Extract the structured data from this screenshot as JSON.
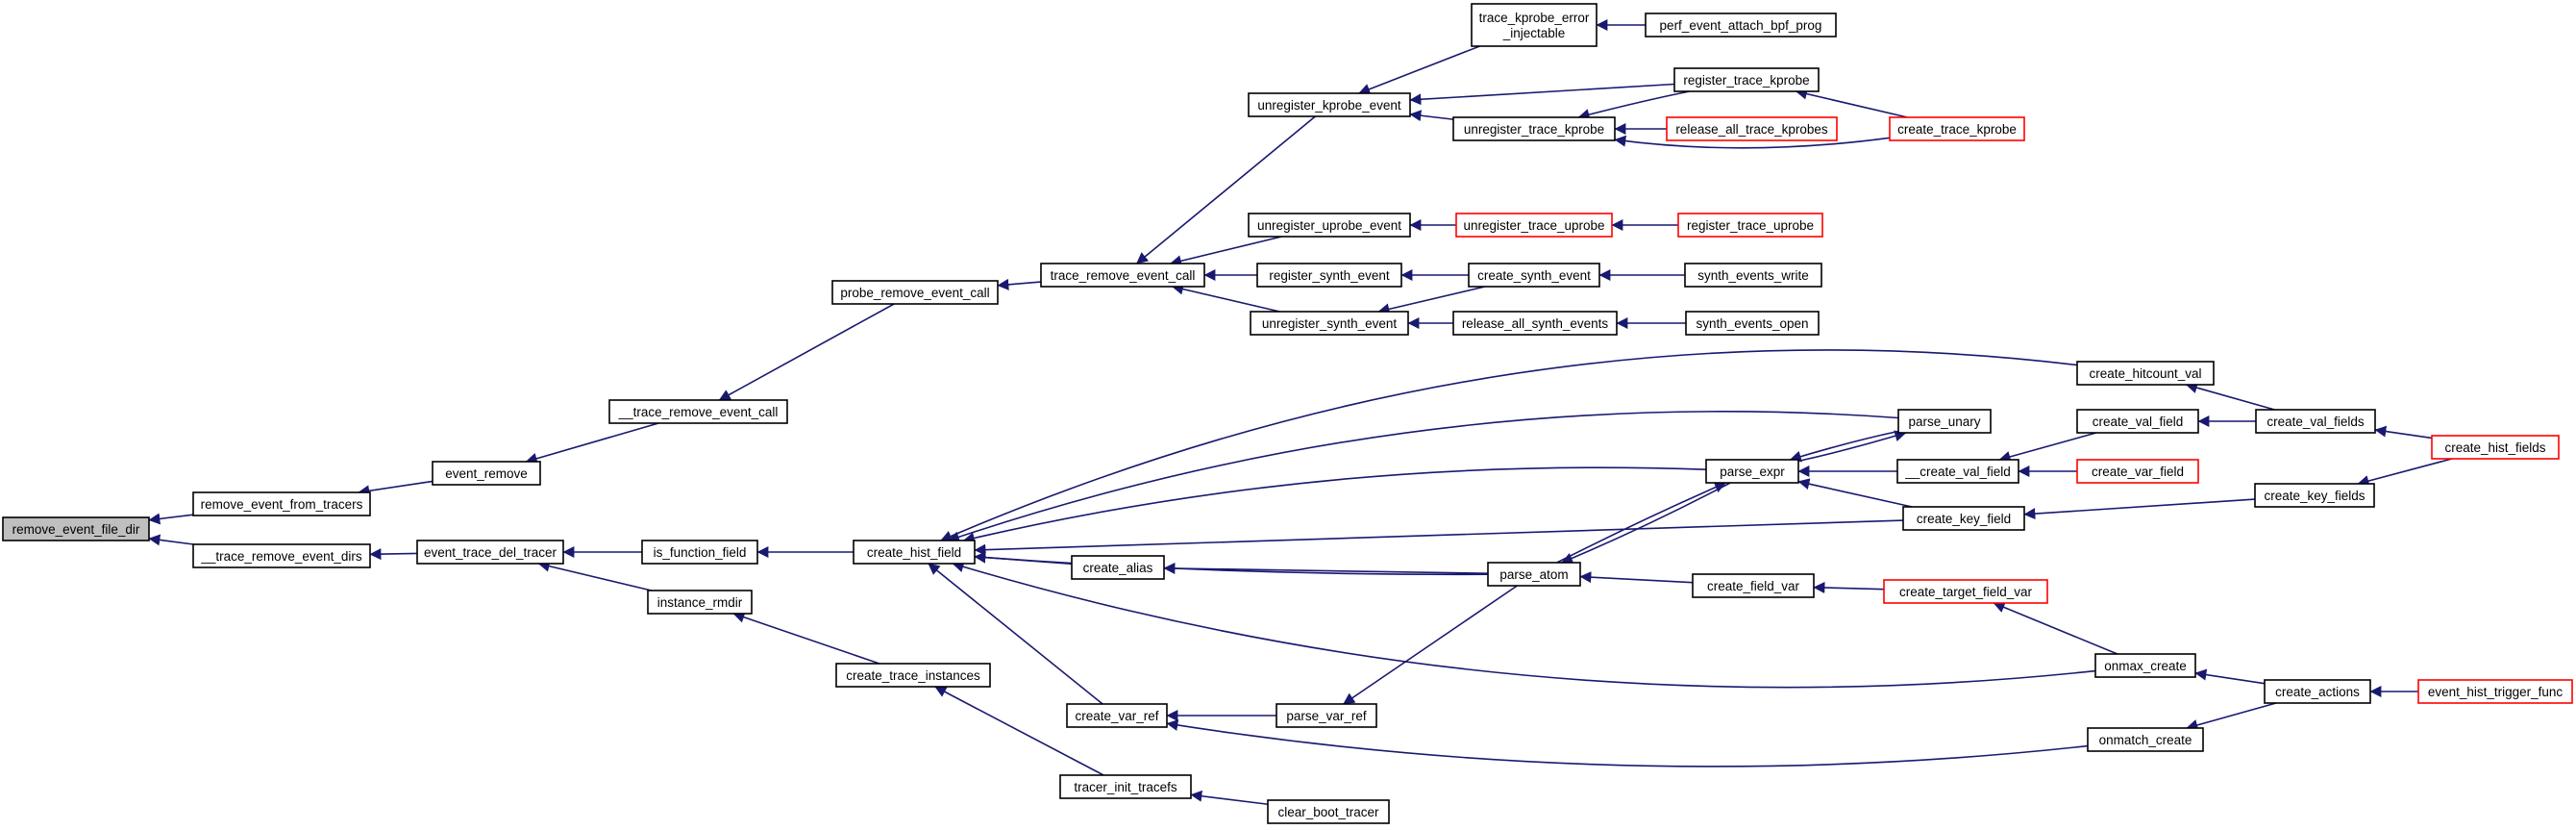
{
  "nodes": [
    {
      "id": "remove_event_file_dir",
      "label": "remove_event_file_dir",
      "style": "root"
    },
    {
      "id": "remove_event_from_tracers",
      "label": "remove_event_from_tracers",
      "style": "normal"
    },
    {
      "id": "__trace_remove_event_dirs",
      "label": "__trace_remove_event_dirs",
      "style": "normal"
    },
    {
      "id": "event_remove",
      "label": "event_remove",
      "style": "normal"
    },
    {
      "id": "__trace_remove_event_call",
      "label": "__trace_remove_event_call",
      "style": "normal"
    },
    {
      "id": "probe_remove_event_call",
      "label": "probe_remove_event_call",
      "style": "normal"
    },
    {
      "id": "trace_remove_event_call",
      "label": "trace_remove_event_call",
      "style": "normal"
    },
    {
      "id": "unregister_kprobe_event",
      "label": "unregister_kprobe_event",
      "style": "normal"
    },
    {
      "id": "unregister_uprobe_event",
      "label": "unregister_uprobe_event",
      "style": "normal"
    },
    {
      "id": "register_synth_event",
      "label": "register_synth_event",
      "style": "normal"
    },
    {
      "id": "unregister_synth_event",
      "label": "unregister_synth_event",
      "style": "normal"
    },
    {
      "id": "trace_kprobe_error_injectable",
      "label": "trace_kprobe_error\n_injectable",
      "style": "normal"
    },
    {
      "id": "perf_event_attach_bpf_prog",
      "label": "perf_event_attach_bpf_prog",
      "style": "normal"
    },
    {
      "id": "register_trace_kprobe",
      "label": "register_trace_kprobe",
      "style": "normal"
    },
    {
      "id": "unregister_trace_kprobe",
      "label": "unregister_trace_kprobe",
      "style": "normal"
    },
    {
      "id": "release_all_trace_kprobes",
      "label": "release_all_trace_kprobes",
      "style": "external"
    },
    {
      "id": "create_trace_kprobe",
      "label": "create_trace_kprobe",
      "style": "external"
    },
    {
      "id": "unregister_trace_uprobe",
      "label": "unregister_trace_uprobe",
      "style": "external"
    },
    {
      "id": "register_trace_uprobe",
      "label": "register_trace_uprobe",
      "style": "external"
    },
    {
      "id": "create_synth_event",
      "label": "create_synth_event",
      "style": "normal"
    },
    {
      "id": "release_all_synth_events",
      "label": "release_all_synth_events",
      "style": "normal"
    },
    {
      "id": "synth_events_write",
      "label": "synth_events_write",
      "style": "normal"
    },
    {
      "id": "synth_events_open",
      "label": "synth_events_open",
      "style": "normal"
    },
    {
      "id": "event_trace_del_tracer",
      "label": "event_trace_del_tracer",
      "style": "normal"
    },
    {
      "id": "is_function_field",
      "label": "is_function_field",
      "style": "normal"
    },
    {
      "id": "instance_rmdir",
      "label": "instance_rmdir",
      "style": "normal"
    },
    {
      "id": "create_hist_field",
      "label": "create_hist_field",
      "style": "normal"
    },
    {
      "id": "create_trace_instances",
      "label": "create_trace_instances",
      "style": "normal"
    },
    {
      "id": "tracer_init_tracefs",
      "label": "tracer_init_tracefs",
      "style": "normal"
    },
    {
      "id": "clear_boot_tracer",
      "label": "clear_boot_tracer",
      "style": "normal"
    },
    {
      "id": "create_alias",
      "label": "create_alias",
      "style": "normal"
    },
    {
      "id": "create_var_ref",
      "label": "create_var_ref",
      "style": "normal"
    },
    {
      "id": "parse_var_ref",
      "label": "parse_var_ref",
      "style": "normal"
    },
    {
      "id": "parse_atom",
      "label": "parse_atom",
      "style": "normal"
    },
    {
      "id": "parse_expr",
      "label": "parse_expr",
      "style": "normal"
    },
    {
      "id": "parse_unary",
      "label": "parse_unary",
      "style": "normal"
    },
    {
      "id": "create_hitcount_val",
      "label": "create_hitcount_val",
      "style": "normal"
    },
    {
      "id": "__create_val_field",
      "label": "__create_val_field",
      "style": "normal"
    },
    {
      "id": "create_key_field",
      "label": "create_key_field",
      "style": "normal"
    },
    {
      "id": "create_field_var",
      "label": "create_field_var",
      "style": "normal"
    },
    {
      "id": "create_val_field",
      "label": "create_val_field",
      "style": "normal"
    },
    {
      "id": "create_var_field",
      "label": "create_var_field",
      "style": "external"
    },
    {
      "id": "create_target_field_var",
      "label": "create_target_field_var",
      "style": "external"
    },
    {
      "id": "create_val_fields",
      "label": "create_val_fields",
      "style": "normal"
    },
    {
      "id": "create_key_fields",
      "label": "create_key_fields",
      "style": "normal"
    },
    {
      "id": "create_hist_fields",
      "label": "create_hist_fields",
      "style": "external"
    },
    {
      "id": "onmax_create",
      "label": "onmax_create",
      "style": "normal"
    },
    {
      "id": "onmatch_create",
      "label": "onmatch_create",
      "style": "normal"
    },
    {
      "id": "create_actions",
      "label": "create_actions",
      "style": "normal"
    },
    {
      "id": "event_hist_trigger_func",
      "label": "event_hist_trigger_func",
      "style": "external"
    }
  ],
  "edges": [
    {
      "from": "remove_event_from_tracers",
      "to": "remove_event_file_dir"
    },
    {
      "from": "__trace_remove_event_dirs",
      "to": "remove_event_file_dir"
    },
    {
      "from": "event_remove",
      "to": "remove_event_from_tracers"
    },
    {
      "from": "__trace_remove_event_call",
      "to": "event_remove"
    },
    {
      "from": "probe_remove_event_call",
      "to": "__trace_remove_event_call"
    },
    {
      "from": "trace_remove_event_call",
      "to": "probe_remove_event_call"
    },
    {
      "from": "unregister_kprobe_event",
      "to": "trace_remove_event_call"
    },
    {
      "from": "unregister_uprobe_event",
      "to": "trace_remove_event_call"
    },
    {
      "from": "register_synth_event",
      "to": "trace_remove_event_call"
    },
    {
      "from": "unregister_synth_event",
      "to": "trace_remove_event_call"
    },
    {
      "from": "trace_kprobe_error_injectable",
      "to": "unregister_kprobe_event"
    },
    {
      "from": "register_trace_kprobe",
      "to": "unregister_kprobe_event"
    },
    {
      "from": "unregister_trace_kprobe",
      "to": "unregister_kprobe_event"
    },
    {
      "from": "perf_event_attach_bpf_prog",
      "to": "trace_kprobe_error_injectable"
    },
    {
      "from": "create_trace_kprobe",
      "to": "register_trace_kprobe"
    },
    {
      "from": "register_trace_kprobe",
      "to": "unregister_trace_kprobe"
    },
    {
      "from": "release_all_trace_kprobes",
      "to": "unregister_trace_kprobe"
    },
    {
      "from": "create_trace_kprobe",
      "to": "unregister_trace_kprobe"
    },
    {
      "from": "unregister_trace_uprobe",
      "to": "unregister_uprobe_event"
    },
    {
      "from": "register_trace_uprobe",
      "to": "unregister_trace_uprobe"
    },
    {
      "from": "create_synth_event",
      "to": "register_synth_event"
    },
    {
      "from": "create_synth_event",
      "to": "unregister_synth_event"
    },
    {
      "from": "release_all_synth_events",
      "to": "unregister_synth_event"
    },
    {
      "from": "synth_events_write",
      "to": "create_synth_event"
    },
    {
      "from": "synth_events_open",
      "to": "release_all_synth_events"
    },
    {
      "from": "event_trace_del_tracer",
      "to": "__trace_remove_event_dirs"
    },
    {
      "from": "is_function_field",
      "to": "event_trace_del_tracer"
    },
    {
      "from": "instance_rmdir",
      "to": "event_trace_del_tracer"
    },
    {
      "from": "create_hist_field",
      "to": "is_function_field"
    },
    {
      "from": "create_trace_instances",
      "to": "instance_rmdir"
    },
    {
      "from": "tracer_init_tracefs",
      "to": "create_trace_instances"
    },
    {
      "from": "clear_boot_tracer",
      "to": "tracer_init_tracefs"
    },
    {
      "from": "create_alias",
      "to": "create_hist_field"
    },
    {
      "from": "create_var_ref",
      "to": "create_hist_field"
    },
    {
      "from": "parse_atom",
      "to": "create_hist_field"
    },
    {
      "from": "parse_expr",
      "to": "create_hist_field"
    },
    {
      "from": "parse_unary",
      "to": "create_hist_field"
    },
    {
      "from": "create_hitcount_val",
      "to": "create_hist_field"
    },
    {
      "from": "create_key_field",
      "to": "create_hist_field"
    },
    {
      "from": "onmax_create",
      "to": "create_hist_field"
    },
    {
      "from": "parse_atom",
      "to": "create_alias"
    },
    {
      "from": "parse_var_ref",
      "to": "create_var_ref"
    },
    {
      "from": "onmatch_create",
      "to": "create_var_ref"
    },
    {
      "from": "parse_atom",
      "to": "parse_var_ref"
    },
    {
      "from": "parse_expr",
      "to": "parse_atom"
    },
    {
      "from": "parse_atom",
      "to": "parse_expr"
    },
    {
      "from": "parse_unary",
      "to": "parse_expr"
    },
    {
      "from": "__create_val_field",
      "to": "parse_expr"
    },
    {
      "from": "create_key_field",
      "to": "parse_expr"
    },
    {
      "from": "parse_expr",
      "to": "parse_unary"
    },
    {
      "from": "create_val_field",
      "to": "__create_val_field"
    },
    {
      "from": "create_var_field",
      "to": "__create_val_field"
    },
    {
      "from": "create_val_fields",
      "to": "create_val_field"
    },
    {
      "from": "create_val_fields",
      "to": "create_hitcount_val"
    },
    {
      "from": "create_hist_fields",
      "to": "create_val_fields"
    },
    {
      "from": "create_key_fields",
      "to": "create_key_field"
    },
    {
      "from": "create_hist_fields",
      "to": "create_key_fields"
    },
    {
      "from": "create_field_var",
      "to": "parse_atom"
    },
    {
      "from": "create_target_field_var",
      "to": "create_field_var"
    },
    {
      "from": "onmax_create",
      "to": "create_target_field_var"
    },
    {
      "from": "create_actions",
      "to": "onmax_create"
    },
    {
      "from": "create_actions",
      "to": "onmatch_create"
    },
    {
      "from": "event_hist_trigger_func",
      "to": "create_actions"
    }
  ]
}
